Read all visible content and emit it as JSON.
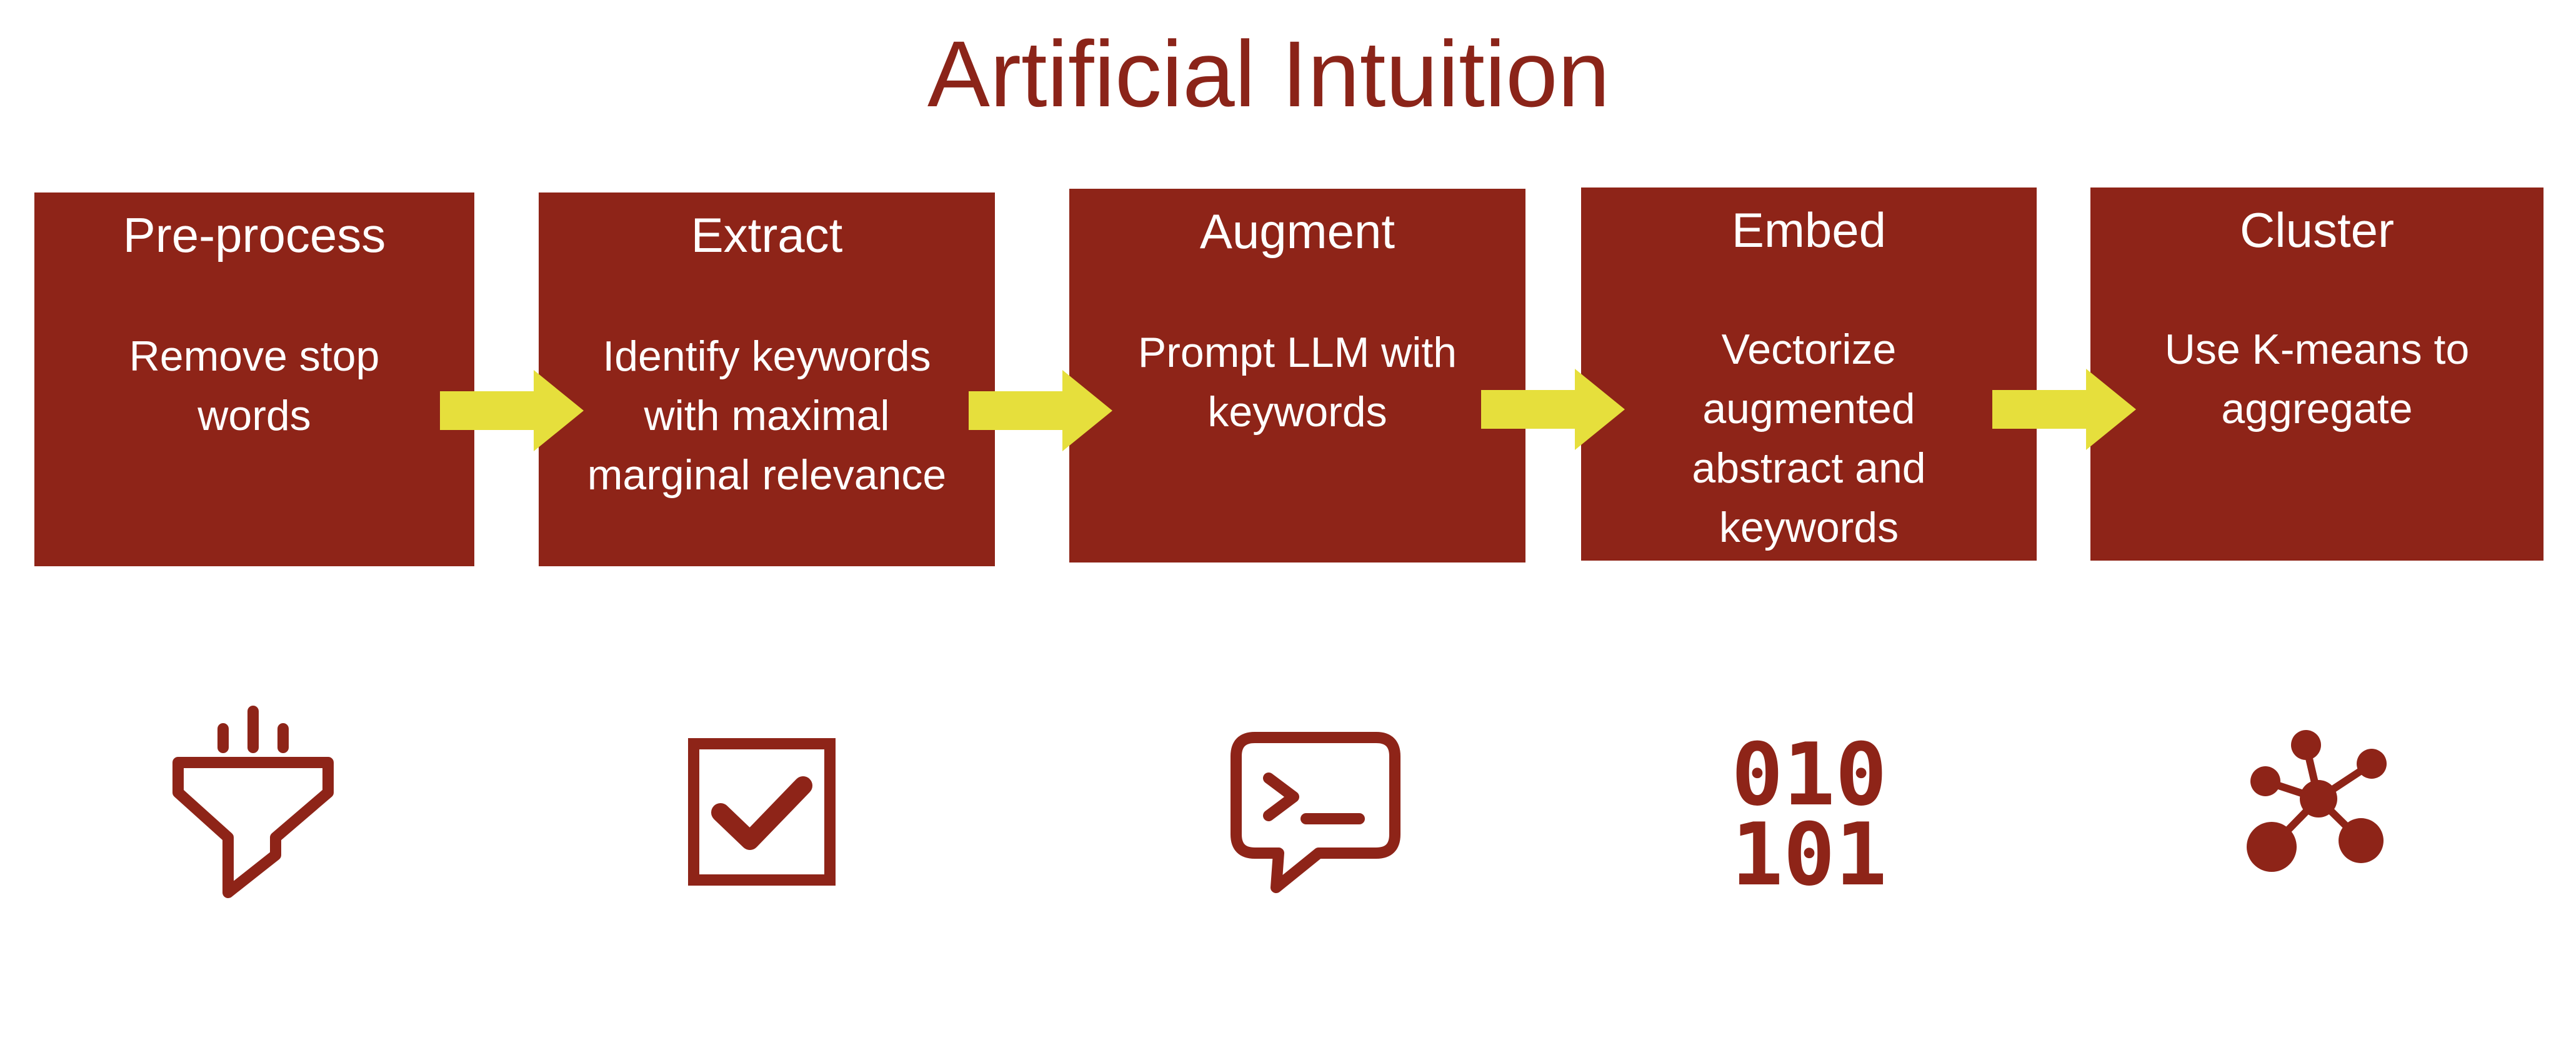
{
  "title": "Artificial Intuition",
  "colors": {
    "accent": "#8E2418",
    "arrow": "#E6DF3C",
    "text_on_accent": "#FFFFFF",
    "background": "#FFFFFF"
  },
  "steps": [
    {
      "heading": "Pre-process",
      "lines": [
        "Remove stop",
        "words"
      ],
      "icon": "funnel-filter-icon"
    },
    {
      "heading": "Extract",
      "lines": [
        "Identify keywords",
        "with maximal",
        "marginal relevance"
      ],
      "icon": "checkbox-check-icon"
    },
    {
      "heading": "Augment",
      "lines": [
        "Prompt LLM with",
        "keywords"
      ],
      "icon": "prompt-speech-bubble-icon"
    },
    {
      "heading": "Embed",
      "lines": [
        "Vectorize",
        "augmented",
        "abstract and",
        "keywords"
      ],
      "icon": "binary-icon"
    },
    {
      "heading": "Cluster",
      "lines": [
        "Use K-means to",
        "aggregate"
      ],
      "icon": "network-cluster-icon"
    }
  ],
  "binary_icon_text": {
    "row1": "010",
    "row2": "101"
  }
}
